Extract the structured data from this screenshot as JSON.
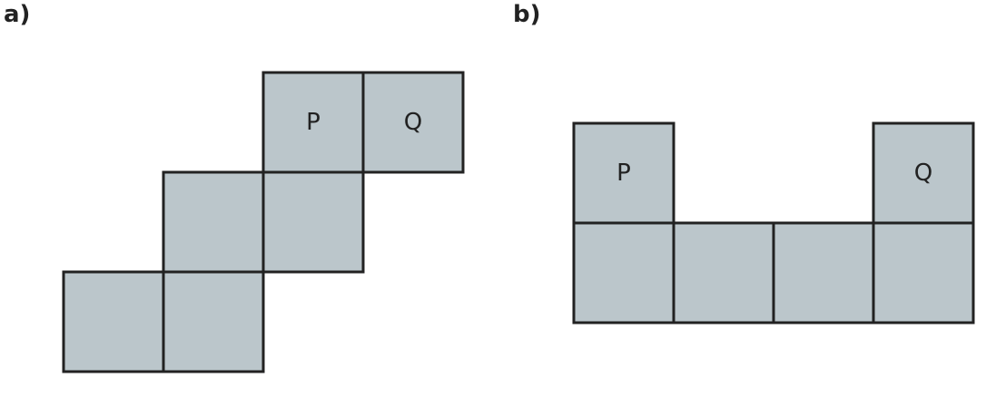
{
  "colors": {
    "cell_fill": "#bbc6cb",
    "cell_stroke": "#222222",
    "text": "#222222"
  },
  "panels": [
    {
      "id": "a",
      "label": "a)",
      "cells": [
        {
          "col": 0,
          "row": 0,
          "text": ""
        },
        {
          "col": 1,
          "row": 0,
          "text": ""
        },
        {
          "col": 1,
          "row": 1,
          "text": ""
        },
        {
          "col": 2,
          "row": 1,
          "text": ""
        },
        {
          "col": 2,
          "row": 2,
          "text": "P"
        },
        {
          "col": 3,
          "row": 2,
          "text": "Q"
        }
      ]
    },
    {
      "id": "b",
      "label": "b)",
      "cells": [
        {
          "col": 0,
          "row": 0,
          "text": ""
        },
        {
          "col": 1,
          "row": 0,
          "text": ""
        },
        {
          "col": 2,
          "row": 0,
          "text": ""
        },
        {
          "col": 3,
          "row": 0,
          "text": ""
        },
        {
          "col": 0,
          "row": 1,
          "text": "P"
        },
        {
          "col": 3,
          "row": 1,
          "text": "Q"
        }
      ]
    }
  ]
}
